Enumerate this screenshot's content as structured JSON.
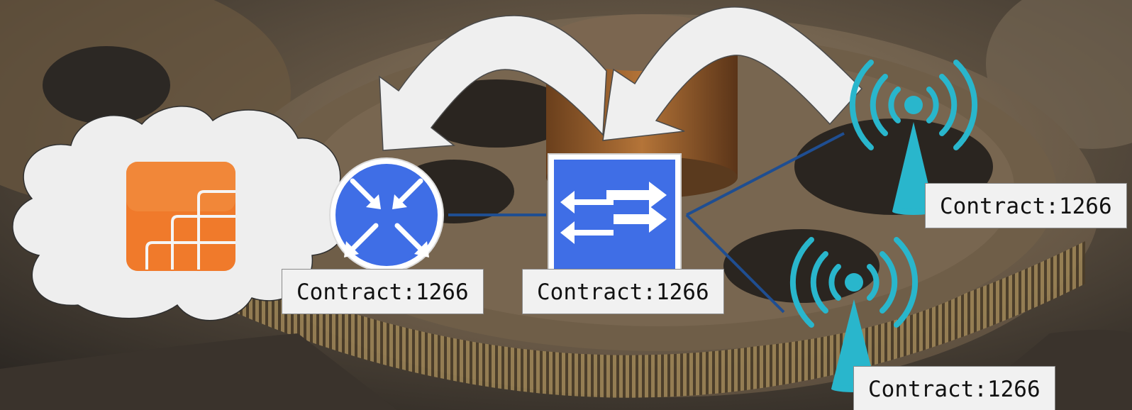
{
  "diagram": {
    "nodes": [
      {
        "id": "cloud",
        "icon": "cloud-icon"
      },
      {
        "id": "cloud-service",
        "icon": "grid-logo-icon",
        "color": "#f07a2b"
      },
      {
        "id": "router",
        "icon": "router-icon",
        "color": "#3f6ee6",
        "label": "Contract:1266"
      },
      {
        "id": "switch",
        "icon": "switch-icon",
        "color": "#3f6ee6",
        "label": "Contract:1266"
      },
      {
        "id": "access-point-1",
        "icon": "wireless-tower-icon",
        "color": "#29b6cc",
        "label": "Contract:1266"
      },
      {
        "id": "access-point-2",
        "icon": "wireless-tower-icon",
        "color": "#29b6cc",
        "label": "Contract:1266"
      }
    ],
    "links": [
      {
        "from": "router",
        "to": "switch",
        "color": "#1f4e91"
      },
      {
        "from": "switch",
        "to": "access-point-1",
        "color": "#1f4e91"
      },
      {
        "from": "switch",
        "to": "access-point-2",
        "color": "#1f4e91"
      }
    ],
    "flows": [
      {
        "from": "access-point-1",
        "to": "switch",
        "shape": "curved-arrow"
      },
      {
        "from": "switch",
        "to": "router",
        "shape": "curved-arrow"
      }
    ]
  },
  "background": {
    "subject": "rusty gear photo",
    "tone": "#6e5a43"
  }
}
